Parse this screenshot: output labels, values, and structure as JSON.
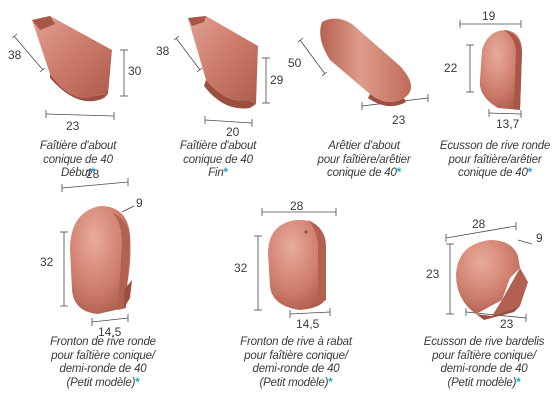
{
  "star": "*",
  "colors": {
    "tile": "#c97767",
    "tile_dark": "#a85647",
    "tile_light": "#e3a494",
    "star": "#1aa6d8"
  },
  "items": [
    {
      "name": "faitiere-about-debut",
      "lines": [
        "Faîtière d'about",
        "conique de 40",
        "Début"
      ],
      "dims": [
        "38",
        "30",
        "23"
      ]
    },
    {
      "name": "faitiere-about-fin",
      "lines": [
        "Faîtière d'about",
        "conique de 40",
        "Fin"
      ],
      "dims": [
        "38",
        "29",
        "20"
      ]
    },
    {
      "name": "aretier-about",
      "lines": [
        "Arêtier d'about",
        "pour faîtière/arêtier",
        "conique de 40"
      ],
      "dims": [
        "50",
        "23"
      ]
    },
    {
      "name": "ecusson-rive-ronde",
      "lines": [
        "Ecusson de rive ronde",
        "pour faîtière/arêtier",
        "conique de 40"
      ],
      "dims": [
        "19",
        "22",
        "13,7"
      ]
    },
    {
      "name": "fronton-rive-ronde",
      "lines": [
        "Fronton de rive ronde",
        "pour faîtière conique/",
        "demi-ronde de 40",
        "(Petit modèle)"
      ],
      "dims": [
        "28",
        "9",
        "32",
        "14,5"
      ]
    },
    {
      "name": "fronton-rive-rabat",
      "lines": [
        "Fronton de rive à rabat",
        "pour faîtière conique/",
        "demi-ronde de 40",
        "(Petit modèle)"
      ],
      "dims": [
        "28",
        "32",
        "14,5"
      ]
    },
    {
      "name": "ecusson-rive-bardelis",
      "lines": [
        "Ecusson de rive bardelis",
        "pour faîtière conique/",
        "demi-ronde de 40",
        "(Petit modèle)"
      ],
      "dims": [
        "28",
        "9",
        "23",
        "23"
      ]
    }
  ]
}
